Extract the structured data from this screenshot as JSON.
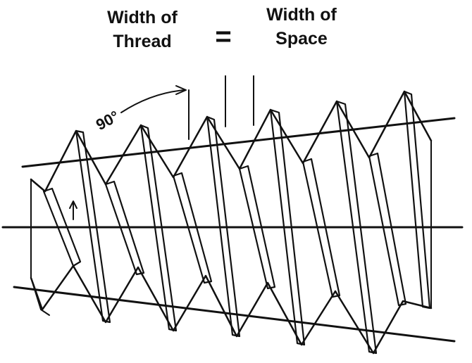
{
  "labels": {
    "left_line1": "Width of",
    "left_line2": "Thread",
    "equals": "=",
    "right_line1": "Width of",
    "right_line2": "Space",
    "angle": "90°"
  },
  "colors": {
    "ink": "#111111",
    "background": "#ffffff"
  }
}
